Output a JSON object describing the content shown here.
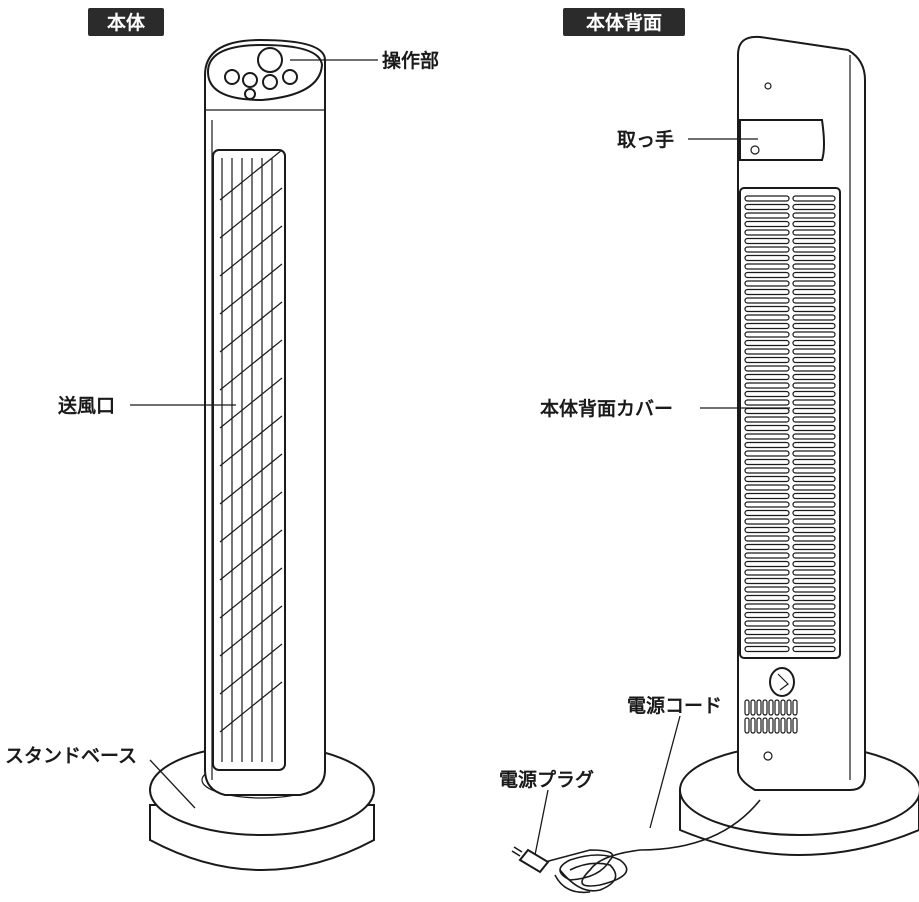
{
  "views": {
    "front": {
      "badge": "本体"
    },
    "back": {
      "badge": "本体背面"
    }
  },
  "callouts": {
    "controls": "操作部",
    "air_outlet": "送風口",
    "stand_base": "スタンドベース",
    "handle": "取っ手",
    "back_cover": "本体背面カバー",
    "power_cord": "電源コード",
    "power_plug": "電源プラグ"
  }
}
